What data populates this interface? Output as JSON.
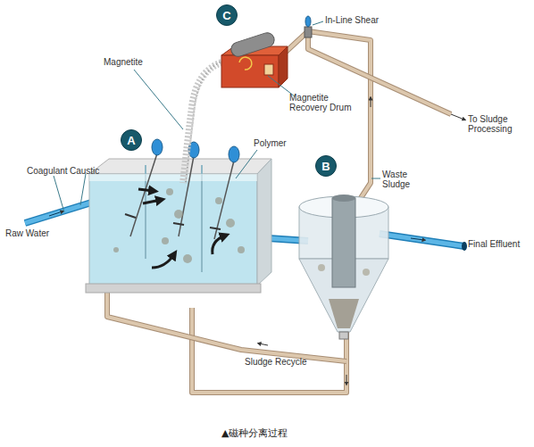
{
  "diagram": {
    "caption": "▲磁种分离过程",
    "nodes": [
      {
        "text": [
          "C"
        ]
      },
      {
        "text": [
          "A"
        ]
      },
      {
        "text": [
          "B"
        ]
      }
    ],
    "labels": [
      "Coagulant",
      "Caustic",
      "Raw Water",
      "Magnetite",
      "Polymer",
      "In-Line Shear",
      "Magnetite Recovery Drum",
      "To Sludge Processing",
      "Waste Sludge",
      "Final Effluent",
      "Sludge Recycle"
    ]
  }
}
